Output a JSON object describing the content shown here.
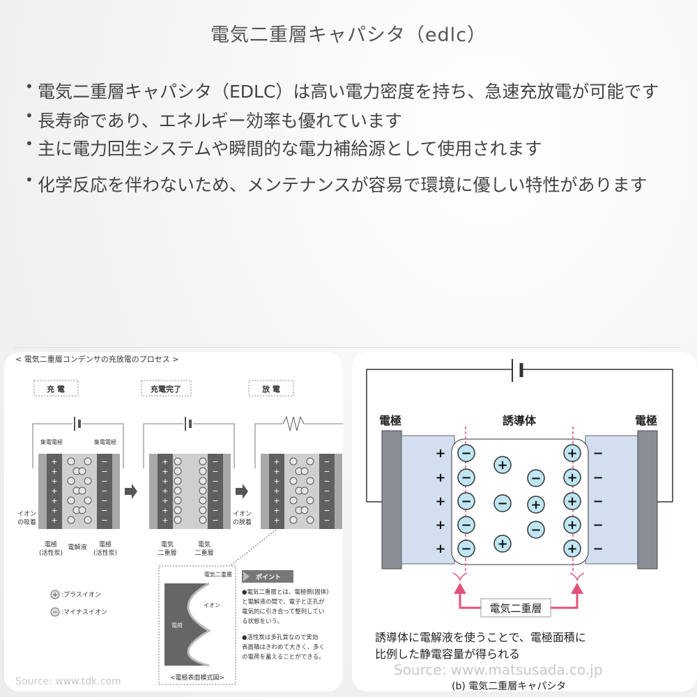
{
  "title": "電気二重層キャパシタ（edlc）",
  "bullets": [
    "電気二重層キャパシタ（EDLC）は高い電力密度を持ち、急速充放電が可能です",
    "長寿命であり、エネルギー効率も優れています",
    "主に電力回生システムや瞬間的な電力補給源として使用されます",
    "化学反応を伴わないため、メンテナンスが容易で環境に優しい特性があります"
  ],
  "left_figure": {
    "heading": "< 電気二重層コンデンサの充放電のプロセス >",
    "stages": [
      "充 電",
      "充電完了",
      "放 電"
    ],
    "collector_label": "集電電極",
    "ion_adsorption": [
      "イオン",
      "の吸着"
    ],
    "ion_desorption": [
      "イオン",
      "の脱着"
    ],
    "electrode": [
      "電極",
      "(活性炭)"
    ],
    "electrolyte": "電解液",
    "double_layer": [
      "電気",
      "二重層"
    ],
    "legend_plus": ":プラスイオン",
    "legend_minus": ":マイナスイオン",
    "inset_label": "電気二重層",
    "inset_ion": "イオン",
    "inset_charge": "電荷",
    "inset_caption": "<電極表面模式図>",
    "point_title": "ポイント",
    "point_1": [
      "●電気二重層とは、電極側(固体)",
      "と電解液の間で、電子と正孔が",
      "電気的に引き合って整列してい",
      "る状態をいう。"
    ],
    "point_2": [
      "●活性炭は多孔質なので実効",
      "表面積はきわめて大きく、多く",
      "の電荷を蓄えることができる。"
    ],
    "source": "Source: www.tdk.com"
  },
  "right_figure": {
    "electrode_left": "電極",
    "dielectric": "誘導体",
    "electrode_right": "電極",
    "double_layer": "電気二重層",
    "caption_1": "誘導体に電解液を使うことで、電極面積に",
    "caption_2": "比例した静電容量が得られる",
    "subtitle": "(b) 電気二重層キャパシタ",
    "source": "Source: www.matsusada.co.jp",
    "accent": "#e2527a",
    "ion_fill": "#bfe6f2"
  }
}
